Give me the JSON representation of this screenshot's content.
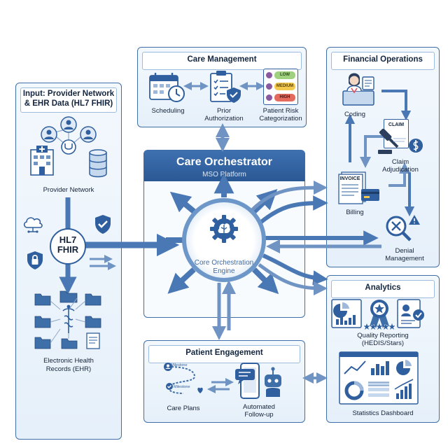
{
  "panels": {
    "input": {
      "title_line1": "Input: Provider Network",
      "title_line2": "& EHR Data (HL7 FHIR)",
      "provider_network": "Provider Network",
      "hl7_line1": "HL7",
      "hl7_line2": "FHIR",
      "ehr_line1": "Electronic Health",
      "ehr_line2": "Records (EHR)"
    },
    "care_management": {
      "title": "Care Management",
      "scheduling": "Scheduling",
      "prior_auth_line1": "Prior",
      "prior_auth_line2": "Authorization",
      "risk_line1": "Patient Risk",
      "risk_line2": "Categorization",
      "risk_levels": [
        "LOW",
        "MEDIUM",
        "HIGH"
      ]
    },
    "financial": {
      "title": "Financial Operations",
      "coding": "Coding",
      "claim_tag": "CLAIM",
      "claim_line1": "Claim",
      "claim_line2": "Adjudication",
      "invoice_tag": "INVOICE",
      "billing": "Billing",
      "denial_line1": "Denial",
      "denial_line2": "Management"
    },
    "orchestrator": {
      "title": "Care Orchestrator",
      "subtitle": "MSO Platform",
      "engine_line1": "Core Orchestration",
      "engine_line2": "Engine"
    },
    "analytics": {
      "title": "Analytics",
      "quality_line1": "Quality Reporting",
      "quality_line2": "(HEDIS/Stars)",
      "dashboard": "Statistics Dashboard"
    },
    "patient_engagement": {
      "title": "Patient Engagement",
      "milestone_1": "Milestone",
      "milestone_2": "Milestone",
      "care_plans": "Care Plans",
      "followup_line1": "Automated",
      "followup_line2": "Follow-up"
    }
  },
  "colors": {
    "panel_border": "#3f6fa8",
    "panel_fill": "#e9f2fb",
    "header_blue": "#2f5f9e",
    "arrow_blue": "#4a78b5",
    "risk_low": "#9fd17f",
    "risk_medium": "#f2c94c",
    "risk_high": "#e46a5d"
  }
}
